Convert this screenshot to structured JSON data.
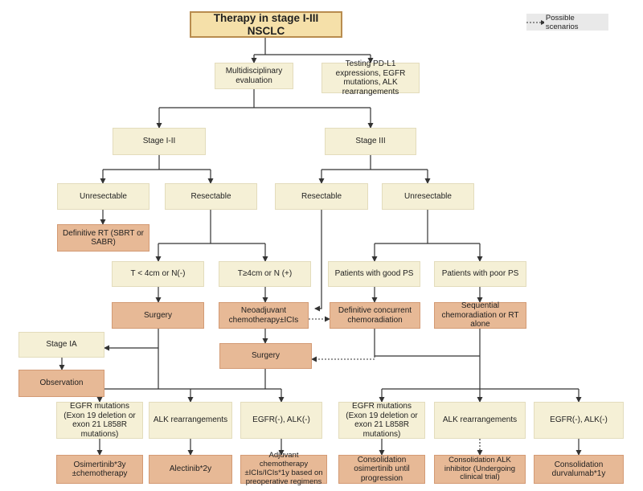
{
  "title": "Therapy in stage I-III NSCLC",
  "legend": {
    "label": "Possible scenarios"
  },
  "nodes": {
    "multi": "Multidisciplinary evaluation",
    "testing": "Testing PD-L1 expressions, EGFR mutations, ALK rearrangements",
    "stage12": "Stage I-II",
    "stage3": "Stage III",
    "unres12": "Unresectable",
    "res12": "Resectable",
    "res3": "Resectable",
    "unres3": "Unresectable",
    "defrt": "Definitive RT (SBRT or SABR)",
    "tsmall": "T < 4cm or N(-)",
    "tlarge": "T≥4cm or N  (+)",
    "goodps": "Patients with good PS",
    "poorps": "Patients with poor PS",
    "surgery1": "Surgery",
    "neoadj": "Neoadjuvant chemotherapy±ICIs",
    "defcrt": "Definitive concurrent chemoradiation",
    "seqcrt": "Sequential chemoradiation or RT alone",
    "stageia": "Stage IA",
    "surgery2": "Surgery",
    "observation": "Observation",
    "egfr1": "EGFR mutations (Exon 19 deletion or exon 21 L858R mutations)",
    "alk1": "ALK rearrangements",
    "neg1": "EGFR(-), ALK(-)",
    "egfr2": "EGFR mutations (Exon 19 deletion or exon 21 L858R mutations)",
    "alk2": "ALK rearrangements",
    "neg2": "EGFR(-), ALK(-)",
    "osim": "Osimertinib*3y ±chemotherapy",
    "alec": "Alectinib*2y",
    "adj": "Adjuvant chemotherapy ±ICIs/ICIs*1y based on preoperative regimens",
    "consosim": "Consolidation osimertinib until progression",
    "consalk": "Consolidation ALK inhibitor (Undergoing clinical trial)",
    "consdurva": "Consolidation durvalumab*1y"
  },
  "colors": {
    "light_fill": "#f5f0d6",
    "orange_fill": "#e7b996",
    "title_fill": "#f5e0a9",
    "title_border": "#b88c4f",
    "line": "#333333"
  }
}
